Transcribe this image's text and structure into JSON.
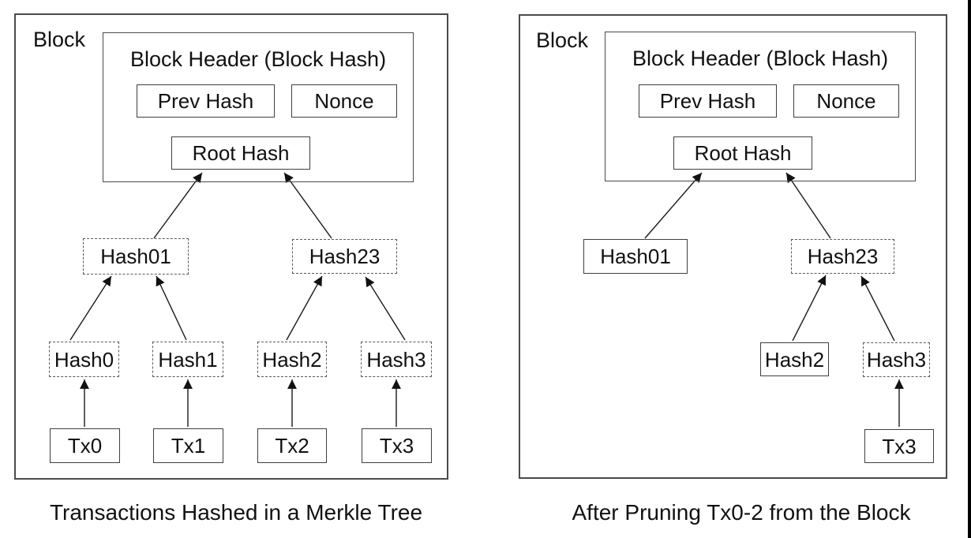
{
  "left_diagram": {
    "block_label": "Block",
    "header_title": "Block Header (Block Hash)",
    "prev_hash_label": "Prev Hash",
    "nonce_label": "Nonce",
    "root_hash_label": "Root Hash",
    "nodes": {
      "hash01": "Hash01",
      "hash23": "Hash23",
      "hash0": "Hash0",
      "hash1": "Hash1",
      "hash2": "Hash2",
      "hash3": "Hash3",
      "tx0": "Tx0",
      "tx1": "Tx1",
      "tx2": "Tx2",
      "tx3": "Tx3"
    },
    "caption": "Transactions Hashed in a Merkle Tree"
  },
  "right_diagram": {
    "block_label": "Block",
    "header_title": "Block Header (Block Hash)",
    "prev_hash_label": "Prev Hash",
    "nonce_label": "Nonce",
    "root_hash_label": "Root Hash",
    "nodes": {
      "hash01": "Hash01",
      "hash23": "Hash23",
      "hash2": "Hash2",
      "hash3": "Hash3",
      "tx3": "Tx3"
    },
    "caption": "After Pruning Tx0-2 from the Block"
  },
  "colors": {
    "line": "#1a1a1a",
    "border_solid": "#3f3f3f",
    "border_dashed": "#5a5a5a",
    "background": "#ffffff",
    "edge_bar": "#000000"
  }
}
